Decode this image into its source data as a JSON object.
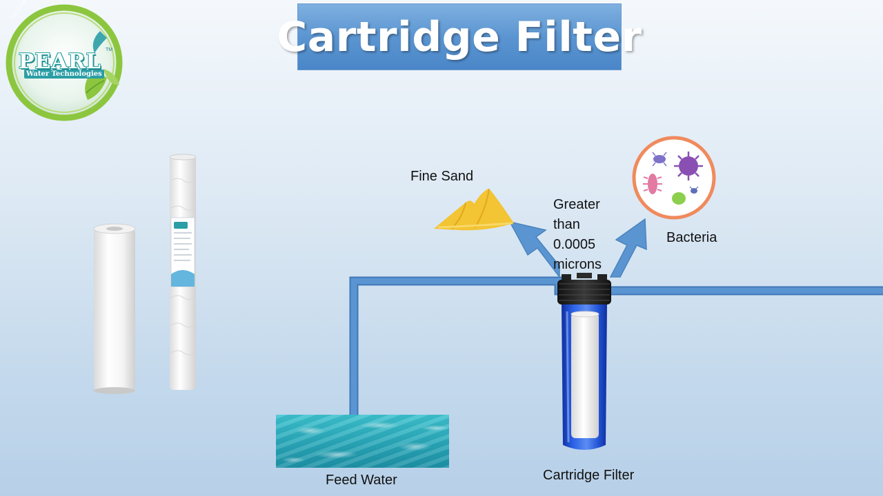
{
  "title": "Cartridge Filter",
  "logo": {
    "name": "PEARL",
    "subtitle": "Water Technologies",
    "slogan": "Go Green",
    "trademark": "TM"
  },
  "labels": {
    "fine_sand": "Fine Sand",
    "bacteria": "Bacteria",
    "micron_lines": [
      "Greater",
      "than",
      "0.0005",
      "microns"
    ],
    "feed_water": "Feed Water",
    "cartridge_filter": "Cartridge Filter"
  },
  "icons": {
    "spun_cartridge": "spun-cartridge-icon",
    "wound_cartridge": "wound-cartridge-icon",
    "filter_housing": "filter-housing-icon",
    "sand_pile": "sand-pile-icon",
    "bacteria": "bacteria-icon",
    "arrow": "arrow-icon"
  },
  "colors": {
    "title_bg": "#5b95d1",
    "pipe": "#5b95d1",
    "arrow": "#5b95d1",
    "bacteria_ring": "#f08a5d",
    "sand": "#f3c433",
    "housing_blue": "#1f4fd6",
    "logo_green": "#8cc63f",
    "logo_teal": "#2b9ea6"
  }
}
